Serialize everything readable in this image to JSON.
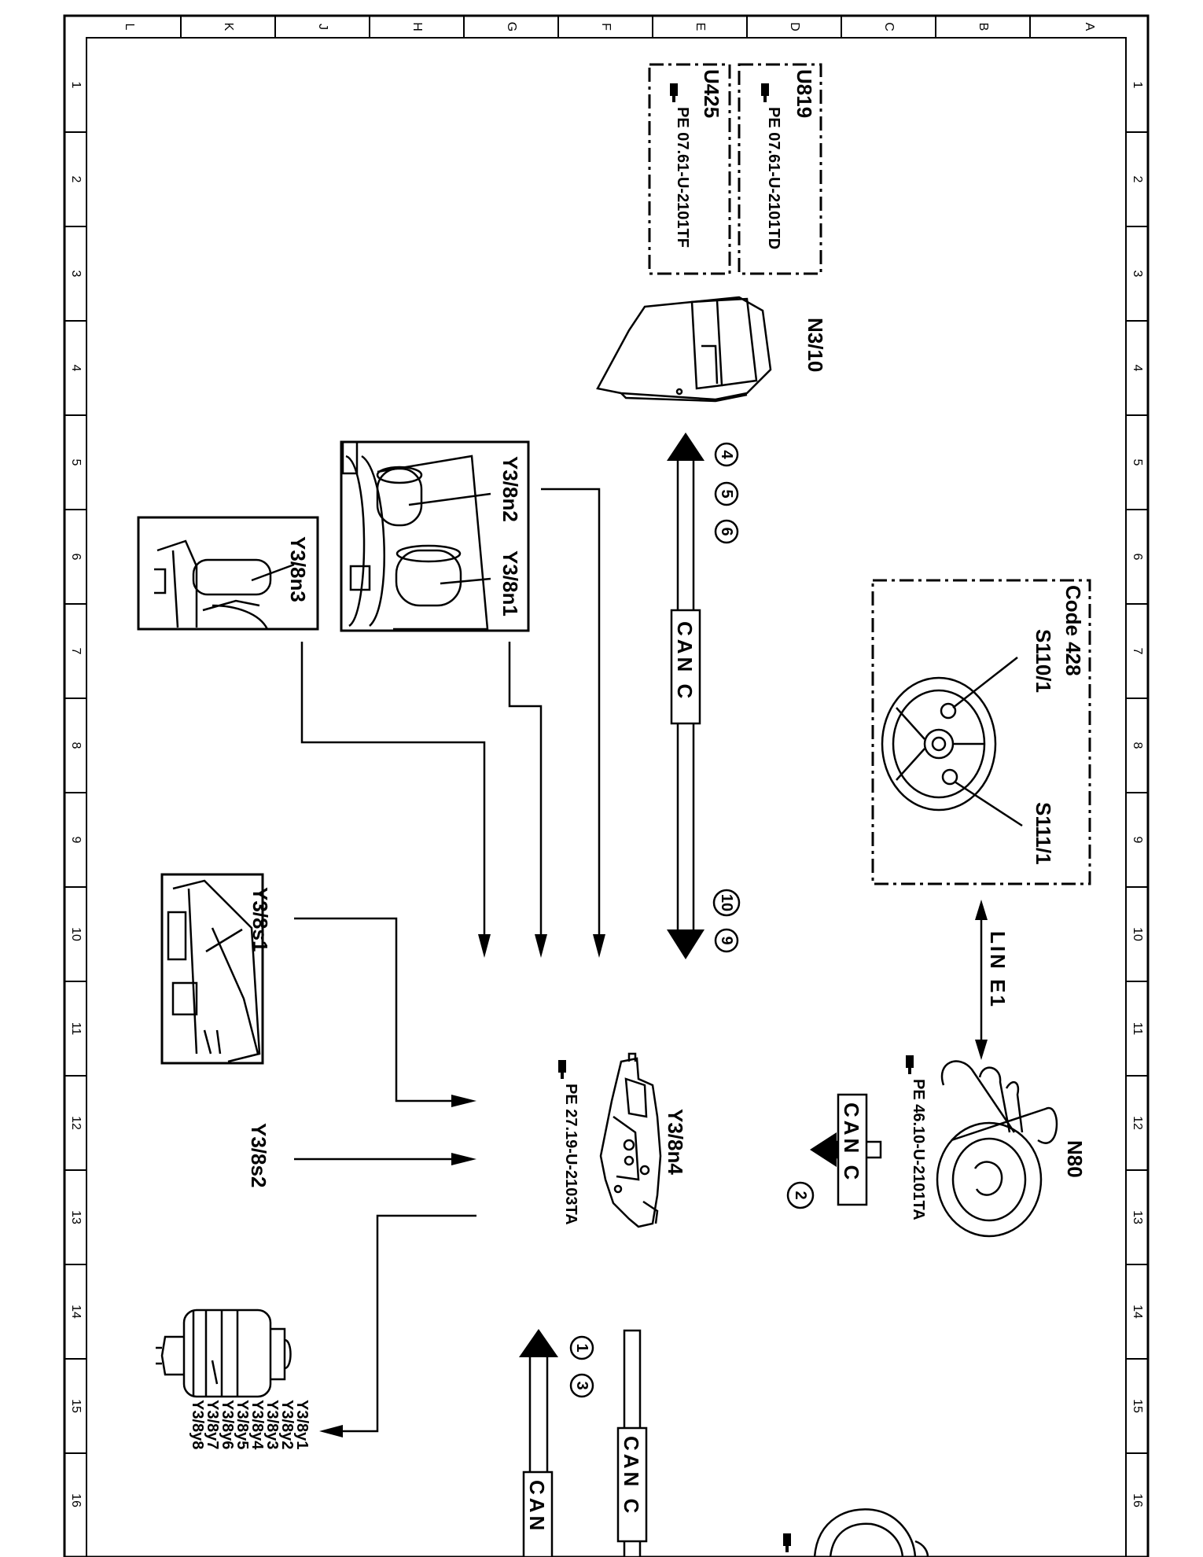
{
  "frame": {
    "top_letters": [
      "L",
      "K",
      "J",
      "H",
      "G",
      "F",
      "E",
      "D",
      "C",
      "B",
      "A"
    ],
    "side_numbers": [
      "1",
      "2",
      "3",
      "4",
      "5",
      "6",
      "7",
      "8",
      "9",
      "10",
      "11",
      "12",
      "13",
      "14",
      "15",
      "16"
    ]
  },
  "references": {
    "u819": {
      "code": "U819",
      "ref": "PE 07.61-U-2101TD"
    },
    "u425": {
      "code": "U425",
      "ref": "PE 07.61-U-2101TF"
    }
  },
  "components": {
    "n3_10": "N3/10",
    "y3_8n2": "Y3/8n2",
    "y3_8n1": "Y3/8n1",
    "y3_8n3": "Y3/8n3",
    "y3_8s1": "Y3/8s1",
    "y3_8s2": "Y3/8s2",
    "y3_8n4": "Y3/8n4",
    "y3_8n4_ref": "PE 27.19-U-2103TA",
    "n80": "N80",
    "n80_ref": "PE 46.10-U-2101TA",
    "code428": "Code 428",
    "s110_1": "S110/1",
    "s111_1": "S111/1",
    "solenoids": [
      "Y3/8y1",
      "Y3/8y2",
      "Y3/8y3",
      "Y3/8y4",
      "Y3/8y5",
      "Y3/8y6",
      "Y3/8y7",
      "Y3/8y8"
    ]
  },
  "buses": {
    "can_c_main": "CAN C",
    "can_c_n80": "CAN C",
    "lin_e1": "LIN E1",
    "can_c_bottom": "CAN C",
    "can_bottom": "CAN"
  },
  "markers": {
    "top": [
      "4",
      "5",
      "6"
    ],
    "bottom": [
      "10",
      "9"
    ],
    "n80": [
      "2"
    ],
    "lower": [
      "1",
      "3"
    ]
  }
}
